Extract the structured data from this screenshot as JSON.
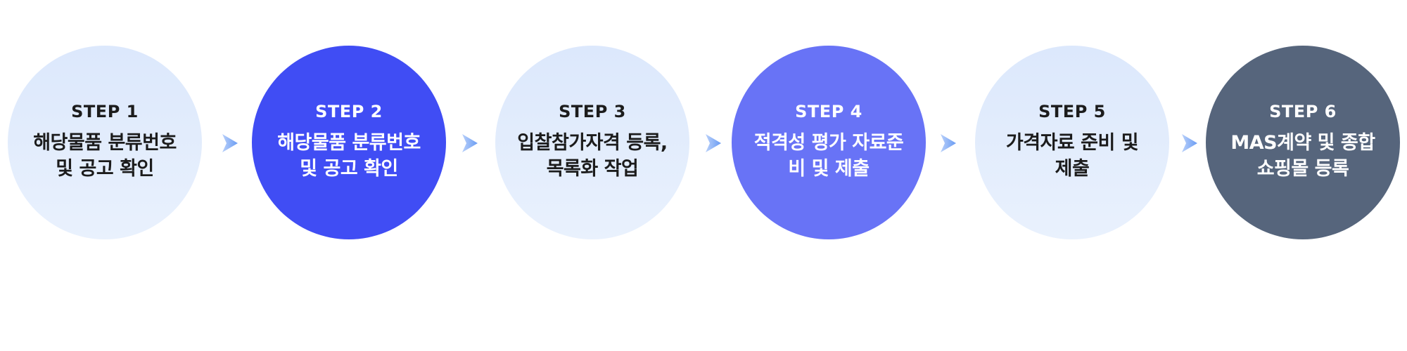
{
  "steps": [
    {
      "label": "STEP 1",
      "lines": [
        "해당물품 분류번호",
        "및 공고 확인"
      ],
      "style": "light"
    },
    {
      "label": "STEP 2",
      "lines": [
        "해당물품 분류번호",
        "및 공고 확인"
      ],
      "style": "primary"
    },
    {
      "label": "STEP 3",
      "lines": [
        "입찰참가자격 등록,",
        "목록화 작업"
      ],
      "style": "light"
    },
    {
      "label": "STEP 4",
      "lines": [
        "적격성 평가 자료준",
        "비 및 제출"
      ],
      "style": "medium"
    },
    {
      "label": "STEP 5",
      "lines": [
        "가격자료 준비 및",
        "제출"
      ],
      "style": "light"
    },
    {
      "label": "STEP 6",
      "lines": [
        "MAS계약 및 종합",
        "쇼핑몰 등록"
      ],
      "style": "dark"
    }
  ],
  "colors": {
    "light": "#e2ecfc",
    "primary": "#404df4",
    "medium": "#6873f6",
    "dark": "#56657c",
    "arrow": "#7aa7f5"
  },
  "arrow_icon": "chevron-right-icon"
}
